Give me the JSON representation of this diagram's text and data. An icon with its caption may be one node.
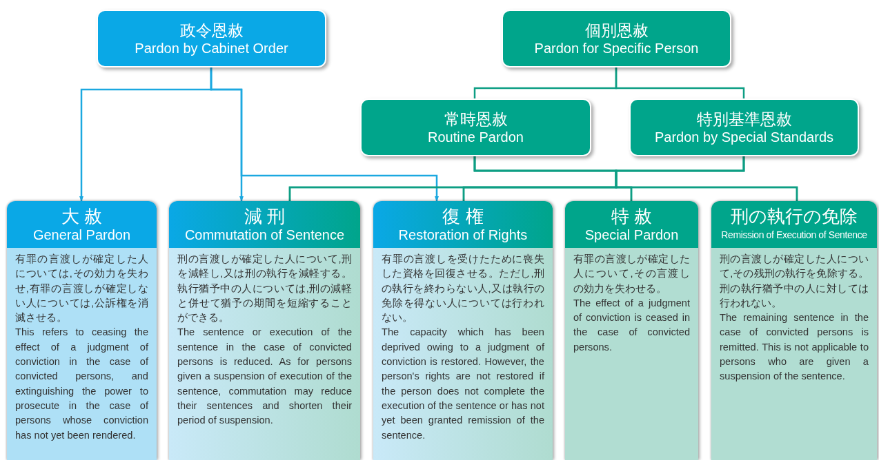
{
  "diagram": {
    "nodes": [
      {
        "text": [
          "政令恩赦",
          "Pardon by Cabinet Order"
        ]
      },
      {
        "text": [
          "個別恩赦",
          "Pardon for Specific Person"
        ]
      },
      {
        "text": [
          "常時恩赦",
          "Routine Pardon"
        ]
      },
      {
        "text": [
          "特別基準恩赦",
          "Pardon by Special Standards"
        ]
      },
      {
        "text": [
          "大 赦",
          "General Pardon",
          "有罪の言渡しが確定した人については,その効力を失わせ,有罪の言渡しが確定しない人については,公訴権を消滅させる。",
          "This refers to ceasing the effect of a judgment of conviction in the case of convicted persons, and extinguishing the power to prosecute in the case of persons whose conviction has not yet been rendered."
        ]
      },
      {
        "text": [
          "減 刑",
          "Commutation of Sentence",
          "刑の言渡しが確定した人について,刑を減軽し,又は刑の執行を減軽する。執行猶予中の人については,刑の減軽と併せて猶予の期間を短縮することができる。",
          "The sentence or execution of the sentence in the case of convicted persons is reduced. As for persons given a suspension of execution of the sentence, commutation may reduce their sentences and shorten their period of suspension."
        ]
      },
      {
        "text": [
          "復 権",
          "Restoration of Rights",
          "有罪の言渡しを受けたために喪失した資格を回復させる。ただし,刑の執行を終わらない人,又は執行の免除を得ない人については行われない。",
          "The capacity which has been deprived owing to a judgment of conviction is restored. However, the person's rights are not restored if the person does not complete the execution of the sentence or has not yet been granted remission of the sentence."
        ]
      },
      {
        "text": [
          "特 赦",
          "Special Pardon",
          "有罪の言渡しが確定した人について,その言渡しの効力を失わせる。",
          "The effect of a judgment of conviction is ceased in the case of convicted persons."
        ]
      },
      {
        "text": [
          "刑の執行の免除",
          "Remission of Execution of Sentence",
          "刑の言渡しが確定した人について,その残刑の執行を免除する。刑の執行猶予中の人に対しては行われない。",
          "The remaining sentence in the case of convicted persons is remitted. This is not applicable to persons who are given a suspension of the sentence."
        ]
      }
    ],
    "edges": [
      {
        "from": 0,
        "to": 4,
        "arrow": "to",
        "color": "#1ba8e0"
      },
      {
        "from": 0,
        "to": 5,
        "arrow": "to",
        "color": "#1ba8e0"
      },
      {
        "from": 0,
        "to": 6,
        "arrow": "to",
        "color": "#1ba8e0"
      },
      {
        "from": 1,
        "to": 2,
        "arrow": "none"
      },
      {
        "from": 1,
        "to": 3,
        "arrow": "none"
      },
      {
        "from": 2,
        "to": 5,
        "arrow": "none"
      },
      {
        "from": 2,
        "to": 6,
        "arrow": "none"
      },
      {
        "from": 2,
        "to": 7,
        "arrow": "none"
      },
      {
        "from": 2,
        "to": 8,
        "arrow": "none"
      },
      {
        "from": 3,
        "to": 5,
        "arrow": "none"
      },
      {
        "from": 3,
        "to": 6,
        "arrow": "none"
      },
      {
        "from": 3,
        "to": 7,
        "arrow": "none"
      },
      {
        "from": 3,
        "to": 8,
        "arrow": "none"
      }
    ]
  }
}
